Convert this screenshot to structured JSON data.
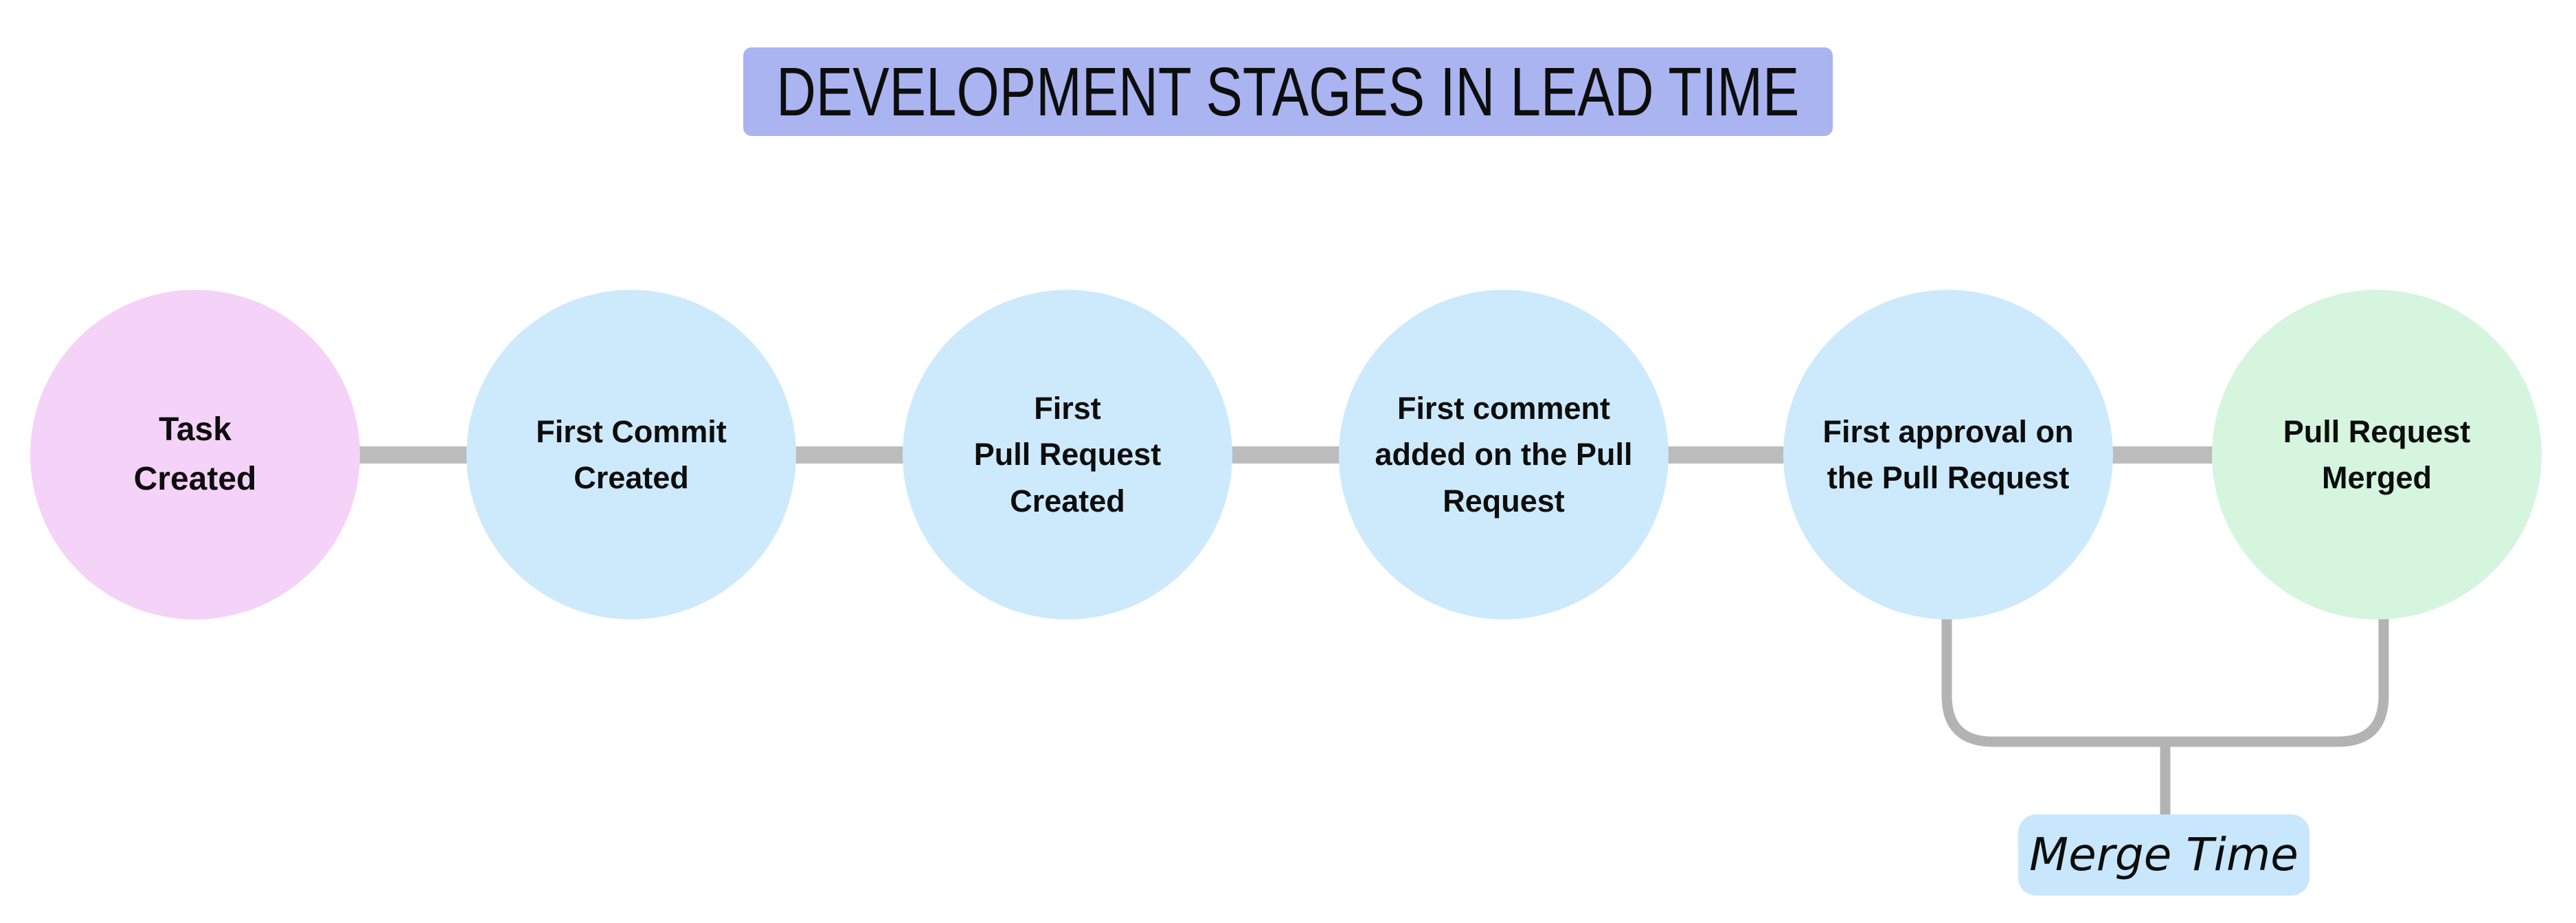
{
  "title": "DEVELOPMENT STAGES IN LEAD TIME",
  "stages": [
    {
      "id": "task-created",
      "label": "Task\nCreated",
      "fill": "#f5d2f7"
    },
    {
      "id": "first-commit-created",
      "label": "First Commit\nCreated",
      "fill": "#cdeafc"
    },
    {
      "id": "first-pull-request-created",
      "label": "First\nPull Request\nCreated",
      "fill": "#cdeafc"
    },
    {
      "id": "first-comment-added",
      "label": "First comment\nadded on the Pull\nRequest",
      "fill": "#cdeafc"
    },
    {
      "id": "first-approval",
      "label": "First approval on\nthe Pull Request",
      "fill": "#cdeafc"
    },
    {
      "id": "pull-request-merged",
      "label": "Pull Request\nMerged",
      "fill": "#d5f5de"
    }
  ],
  "annotation": {
    "label": "Merge Time",
    "fill": "#c8e7fc"
  },
  "colors": {
    "title_bg": "#a9b4f0",
    "connector": "#bcbcbc",
    "bracket": "#b3b3b3",
    "text": "#0d0d0d",
    "background": "#ffffff"
  }
}
